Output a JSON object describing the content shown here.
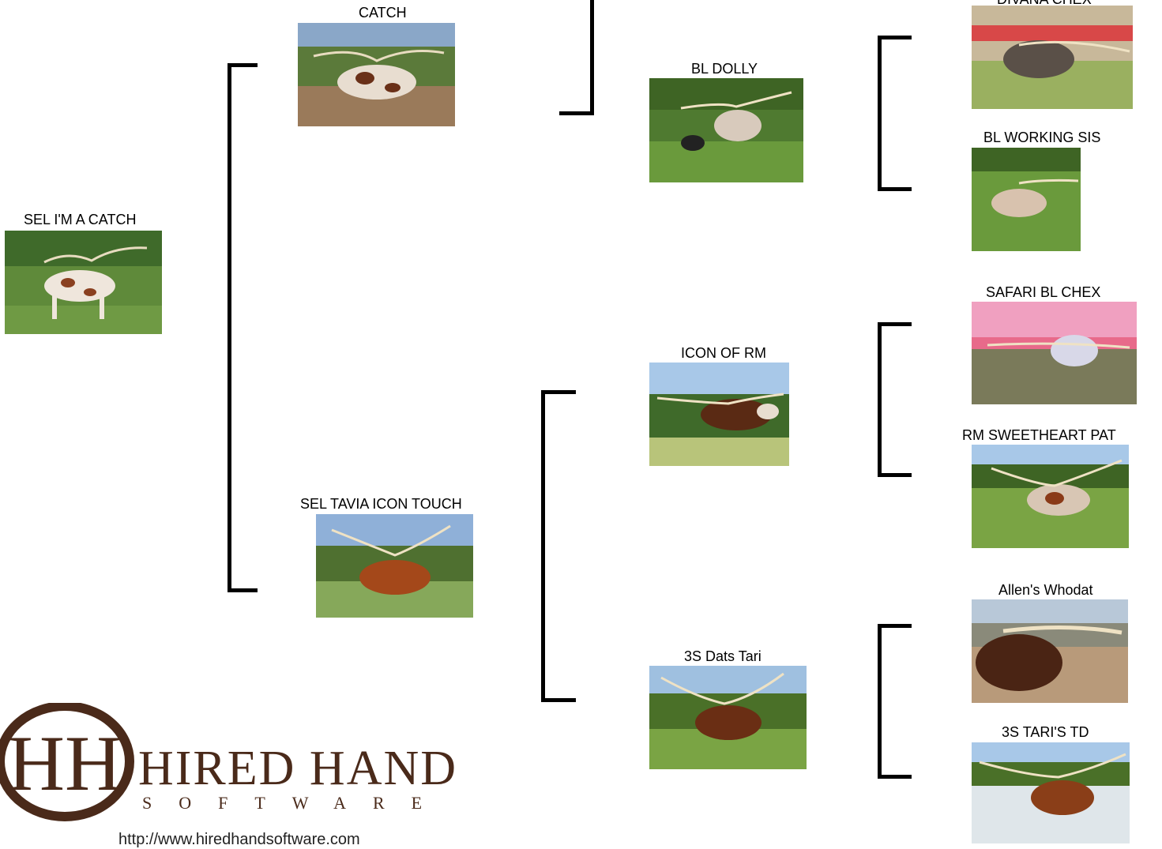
{
  "subject": {
    "name": "SEL I'M A CATCH"
  },
  "sire": {
    "name": "CATCH"
  },
  "dam": {
    "name": "SEL TAVIA ICON TOUCH"
  },
  "sire_dam": {
    "name": "BL DOLLY"
  },
  "dam_sire": {
    "name": "ICON OF RM"
  },
  "dam_dam": {
    "name": "3S Dats Tari"
  },
  "sd_sire": {
    "name": "DIVANA CHEX"
  },
  "sd_dam": {
    "name": "BL WORKING SIS"
  },
  "ds_sire": {
    "name": "SAFARI BL CHEX"
  },
  "ds_dam": {
    "name": "RM SWEETHEART PAT"
  },
  "dd_sire": {
    "name": "Allen's Whodat"
  },
  "dd_dam": {
    "name": "3S TARI'S TD"
  },
  "branding": {
    "monogram": "HH",
    "title": "HIRED HAND",
    "subtitle": "SOFTWARE",
    "url": "http://www.hiredhandsoftware.com"
  },
  "colors": {
    "brand": "#4a2a1a",
    "bracket": "#000000"
  }
}
